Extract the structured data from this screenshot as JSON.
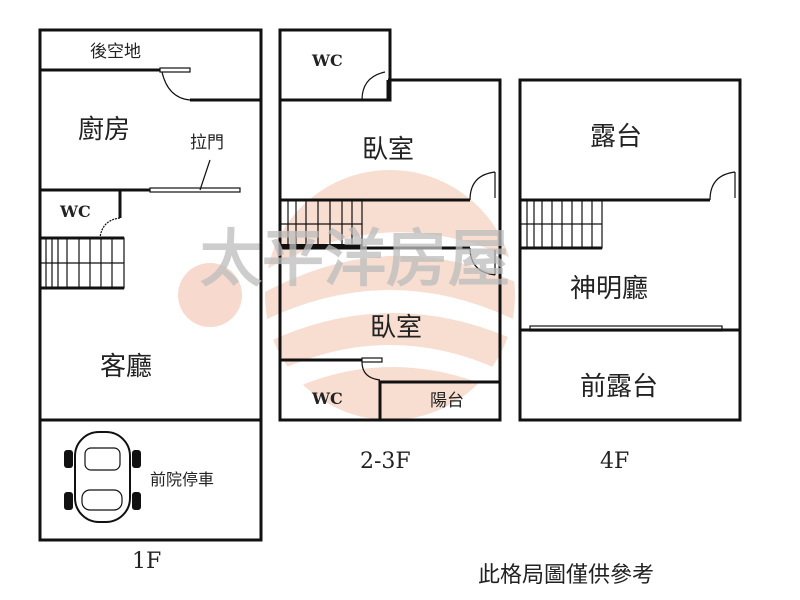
{
  "watermark": {
    "text": "太平洋房屋",
    "color": "#e8876a"
  },
  "floor_1": {
    "label": "1F",
    "rooms": {
      "back_yard": "後空地",
      "kitchen": "廚房",
      "sliding_door": "拉門",
      "wc": "WC",
      "living_room": "客廳",
      "front_parking": "前院停車"
    }
  },
  "floor_2_3": {
    "label": "2-3F",
    "rooms": {
      "wc_top": "WC",
      "bedroom_1": "臥室",
      "bedroom_2": "臥室",
      "wc_bottom": "WC",
      "balcony": "陽台"
    }
  },
  "floor_4": {
    "label": "4F",
    "rooms": {
      "terrace": "露台",
      "shrine_hall": "神明廳",
      "front_terrace": "前露台"
    }
  },
  "disclaimer": "此格局圖僅供參考"
}
